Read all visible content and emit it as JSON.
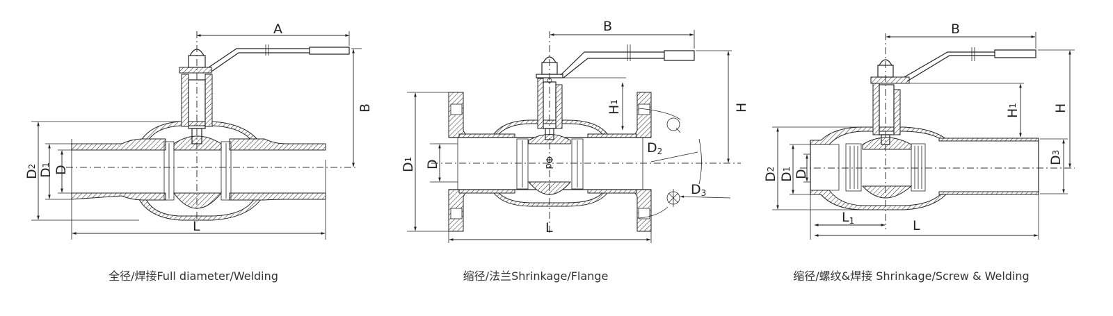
{
  "diagrams": [
    {
      "caption": "全径/焊接Full diameter/Welding",
      "labels": {
        "A": "A",
        "B": "B",
        "D2": "D",
        "D2_sub": "2",
        "D1": "D",
        "D1_sub": "1",
        "D": "D",
        "L": "L"
      }
    },
    {
      "caption": "缩径/法兰Shrinkage/Flange",
      "labels": {
        "B": "B",
        "H": "H",
        "H1": "H",
        "H1_sub": "1",
        "D1": "D",
        "D1_sub": "1",
        "D": "D",
        "phi_d": "Φd",
        "D2": "D",
        "D2_sub": "2",
        "D3": "D",
        "D3_sub": "3",
        "Q": "Q",
        "L": "L"
      }
    },
    {
      "caption": "缩径/螺纹&焊接 Shrinkage/Screw & Welding",
      "labels": {
        "B": "B",
        "H": "H",
        "H1": "H",
        "H1_sub": "1",
        "D2": "D",
        "D2_sub": "2",
        "D1": "D",
        "D1_sub": "1",
        "D": "D",
        "D3": "D",
        "D3_sub": "3",
        "L1": "L",
        "L1_sub": "1",
        "L": "L"
      }
    }
  ]
}
